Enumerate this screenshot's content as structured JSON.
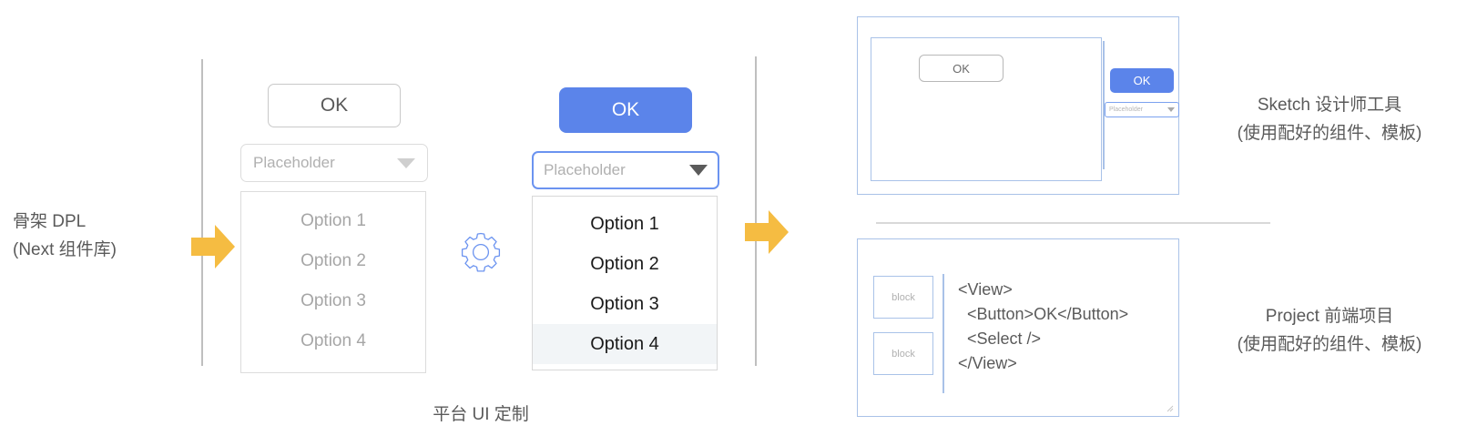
{
  "left_label": {
    "line1": "骨架 DPL",
    "line2": "(Next 组件库)"
  },
  "arrows": {
    "arrow_1_name": "arrow-right-icon",
    "arrow_2_name": "arrow-right-icon",
    "color": "#f5bc42"
  },
  "skeleton_group": {
    "button_label": "OK",
    "select_placeholder": "Placeholder",
    "dropdown_icon": "chevron-down-icon",
    "options": [
      "Option 1",
      "Option 2",
      "Option 3",
      "Option 4"
    ],
    "text_color": "#a6a6a6",
    "border_color": "#dcdcdc"
  },
  "gear": {
    "icon": "gear-icon",
    "color": "#6b93f0"
  },
  "themed_group": {
    "button_label": "OK",
    "select_placeholder": "Placeholder",
    "dropdown_icon": "chevron-down-icon",
    "options": [
      "Option 1",
      "Option 2",
      "Option 3",
      "Option 4"
    ],
    "selected_option": "Option 4",
    "accent_color": "#5b84ea",
    "highlight_color": "#f2f5f7"
  },
  "center_caption": "平台 UI 定制",
  "sketch_panel": {
    "canvas_button_label": "OK",
    "side_button_label": "OK",
    "side_select_placeholder": "Placeholder",
    "side_select_icon": "chevron-down-icon",
    "border_color": "#a9c2e8"
  },
  "project_panel": {
    "blocks": [
      "block",
      "block"
    ],
    "code": "<View>\n  <Button>OK</Button>\n  <Select />\n</View>",
    "resize_grip_icon": "resize-grip-icon",
    "border_color": "#a9c2e8"
  },
  "right_labels": {
    "sketch_line1": "Sketch 设计师工具",
    "sketch_line2": "(使用配好的组件、模板)",
    "project_line1": "Project 前端项目",
    "project_line2": "(使用配好的组件、模板)"
  }
}
